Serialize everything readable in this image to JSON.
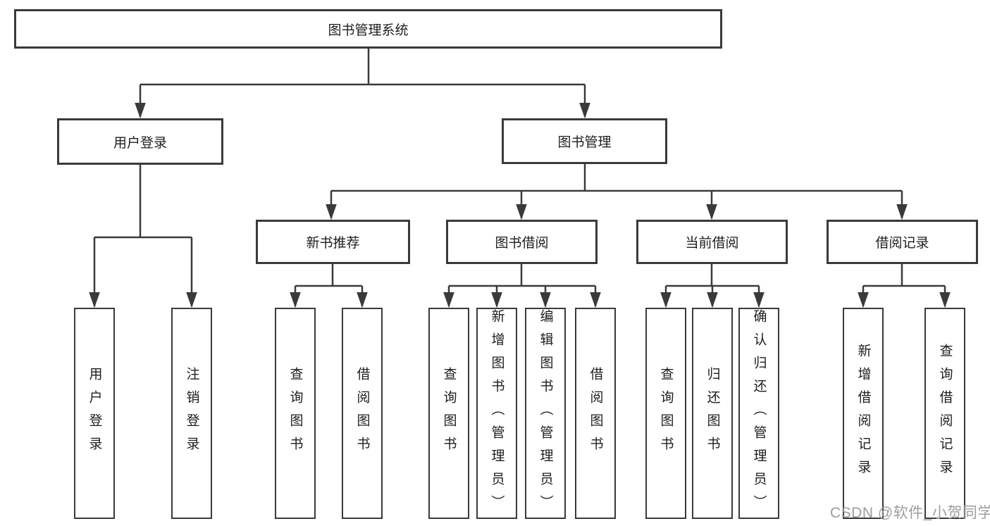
{
  "diagram": {
    "type": "hierarchy-functional-structure",
    "title": "图书管理系统",
    "tree": {
      "root": {
        "label": "图书管理系统",
        "children": [
          {
            "label": "用户登录",
            "children": [
              {
                "label": "用户登录"
              },
              {
                "label": "注销登录"
              }
            ]
          },
          {
            "label": "图书管理",
            "children": [
              {
                "label": "新书推荐",
                "children": [
                  {
                    "label": "查询图书"
                  },
                  {
                    "label": "借阅图书"
                  }
                ]
              },
              {
                "label": "图书借阅",
                "children": [
                  {
                    "label": "查询图书"
                  },
                  {
                    "label": "新增图书（管理员）"
                  },
                  {
                    "label": "编辑图书（管理员）"
                  },
                  {
                    "label": "借阅图书"
                  }
                ]
              },
              {
                "label": "当前借阅",
                "children": [
                  {
                    "label": "查询图书"
                  },
                  {
                    "label": "归还图书"
                  },
                  {
                    "label": "确认归还（管理员）"
                  }
                ]
              },
              {
                "label": "借阅记录",
                "children": [
                  {
                    "label": "新增借阅记录"
                  },
                  {
                    "label": "查询借阅记录"
                  }
                ]
              }
            ]
          }
        ]
      }
    },
    "watermark": "CSDN @软件_小贺同学",
    "colors": {
      "line": "#3a3a3a",
      "box_border": "#3a3a3a",
      "box_fill": "#ffffff",
      "text": "#1d1d1d",
      "watermark": "#9d9d9d",
      "background": "#ffffff"
    }
  }
}
